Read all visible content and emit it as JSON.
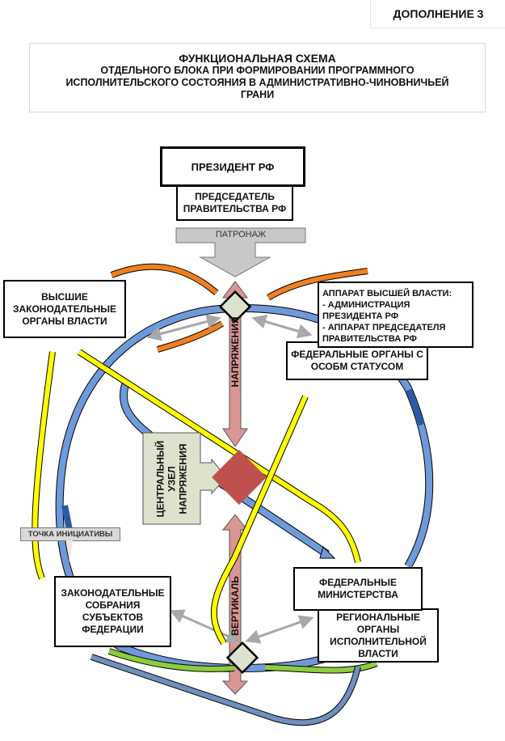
{
  "addendum": "ДОПОЛНЕНИЕ 3",
  "title": {
    "main": "ФУНКЦИОНАЛЬНАЯ  СХЕМА",
    "line2": "ОТДЕЛЬНОГО БЛОКА ПРИ ФОРМИРОВАНИИ ПРОГРАММНОГО",
    "line3": "ИСПОЛНИТЕЛЬСКОГО СОСТОЯНИЯ В  АДМИНИСТРАТИВНО-ЧИНОВНИЧЬЕЙ",
    "line4": "ГРАНИ"
  },
  "nodes": {
    "president": "ПРЕЗИДЕНТ РФ",
    "chairman": "ПРЕДСЕДАТЕЛЬ\nПРАВИТЕЛЬСТВА РФ",
    "patronage": "ПАТРОНАЖ",
    "higher_legislative": "ВЫСШИЕ\nЗАКОНОДАТЕЛЬНЫЕ\nОРГАНЫ ВЛАСТИ",
    "apparatus": "АППАРАТ ВЫСШЕЙ ВЛАСТИ:\n- АДМИНИСТРАЦИЯ ПРЕЗИДЕНТА РФ\n- АППАРАТ ПРЕДСЕДАТЕЛЯ\n  ПРАВИТЕЛЬСТВА РФ",
    "federal_special": "ФЕДЕРАЛЬНЫЕ ОРГАНЫ С\nОСОБМ СТАТУСОМ",
    "central_node": "ЦЕНТРАЛЬНЫЙ\nУЗЕЛ\nНАПРЯЖЕНИЯ",
    "initiative_point": "ТОЧКА ИНИЦИАТИВЫ",
    "regional_legislative": "ЗАКОНОДАТЕЛЬНЫЕ\nСОБРАНИЯ\nСУБЪЕКТОВ\nФЕДЕРАЦИИ",
    "federal_ministries": "ФЕДЕРАЛЬНЫЕ\nМИНИСТЕРСТВА",
    "regional_executive": "РЕГИОНАЛЬНЫЕ\nОРГАНЫ\nИСПОЛНИТЕЛЬНОЙ\nВЛАСТИ"
  },
  "axis_labels": {
    "tension": "НАПРЯЖЕНИЯ",
    "vertical": "ВЕРТИКАЛЬ"
  },
  "colors": {
    "orange": "#f07f1f",
    "blue": "#6f9ad9",
    "dark_blue": "#2a5aa0",
    "yellow": "#ffff00",
    "green": "#8ccd3e",
    "steel_blue": "#6f8fbf",
    "gray": "#a8a8a8",
    "pink": "#d99694",
    "red": "#c0504d",
    "sage": "#dde2cc",
    "patronage_gray": "#c8c8c8"
  }
}
